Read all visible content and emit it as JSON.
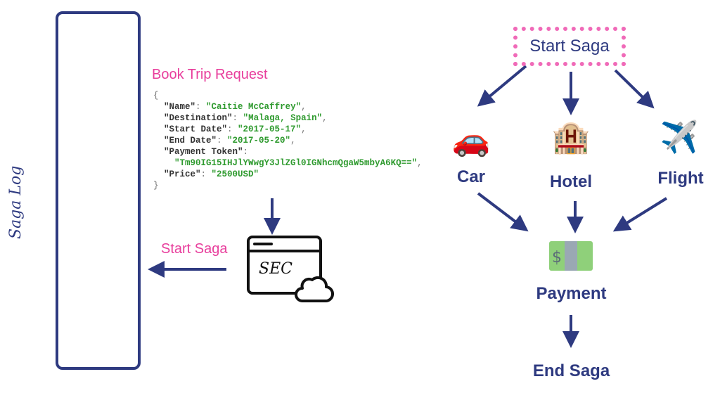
{
  "saga_log": {
    "label": "Saga Log"
  },
  "request": {
    "title": "Book Trip Request",
    "open_brace": "{",
    "close_brace": "}",
    "fields": [
      {
        "key": "\"Name\"",
        "value": "\"Caitie McCaffrey\""
      },
      {
        "key": "\"Destination\"",
        "value": "\"Malaga, Spain\""
      },
      {
        "key": "\"Start Date\"",
        "value": "\"2017-05-17\""
      },
      {
        "key": "\"End Date\"",
        "value": "\"2017-05-20\""
      },
      {
        "key": "\"Payment Token\"",
        "value": "\"Tm90IG15IHJlYWwgY3JlZGl0IGNhcmQgaW5mbyA6KQ==\""
      },
      {
        "key": "\"Price\"",
        "value": "\"2500USD\""
      }
    ]
  },
  "sec": {
    "label": "SEC",
    "start_saga_label": "Start Saga"
  },
  "flow": {
    "start": "Start Saga",
    "car": "Car",
    "hotel": "Hotel",
    "flight": "Flight",
    "payment": "Payment",
    "end": "End Saga",
    "icons": {
      "car": "🚗",
      "hotel": "🏨",
      "flight": "✈️"
    }
  },
  "colors": {
    "arrow": "#2e3a80",
    "accent": "#e83e9c",
    "dotted": "#f06ab8",
    "json_string": "#2e9a2e"
  }
}
